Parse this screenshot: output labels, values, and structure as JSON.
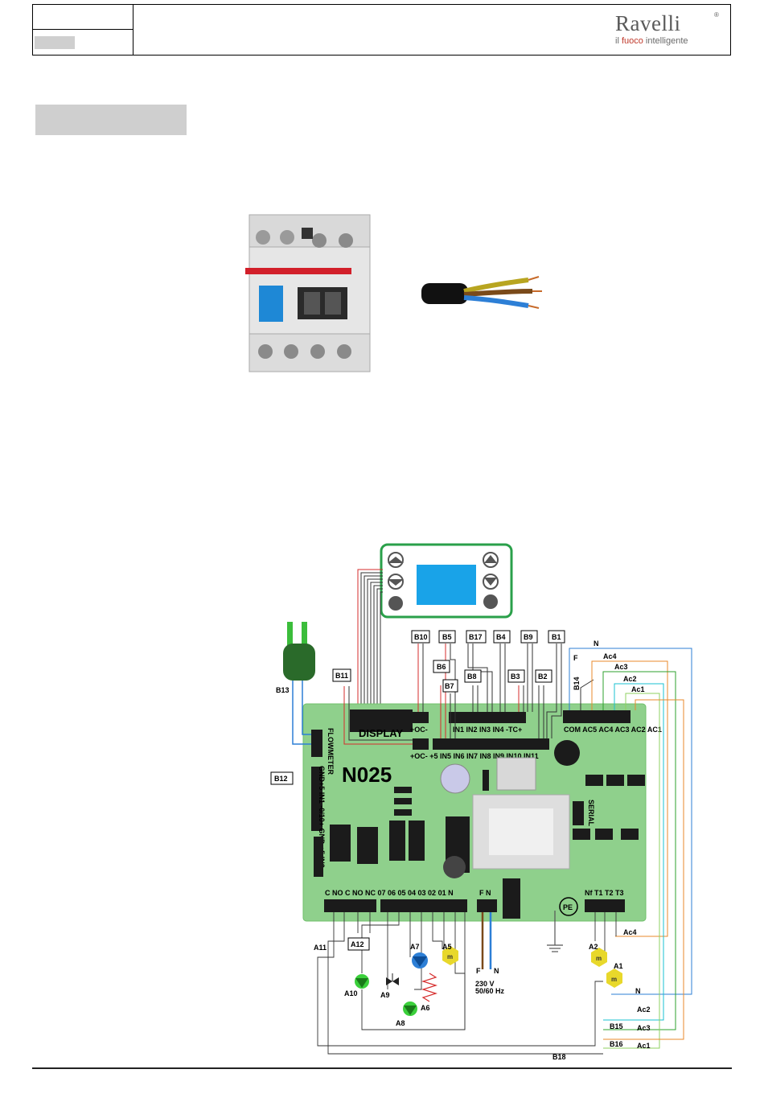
{
  "brand": {
    "name": "Ravelli",
    "reg": "®",
    "tagline_pre": "il ",
    "tagline_red": "fuoco",
    "tagline_post": " intelligente"
  },
  "diagram": {
    "board_name": "N025",
    "display_label": "DISPLAY",
    "flowmeter_label": "FLOWMETER",
    "serial_label": "SERIAL",
    "pe_label": "PE",
    "supply_f": "F",
    "supply_n": "N",
    "supply_voltage": "230 V",
    "supply_freq": "50/60 Hz",
    "top_row1": "+OC-",
    "top_row1_in": "IN1  IN2  IN3  IN4  -TC+",
    "top_row2": "+OC-  +5  IN5 IN6   IN7  IN8     IN9  IN10 IN11",
    "com_row": "COM AC5 AC4 AC3 AC2 AC1",
    "left_side": "GND+5 IN1 -0/10+ GND +5 IN2",
    "bottom_left": "C NO C NO NC  07 06 05 04 03 02 01 N",
    "bottom_fn": "F  N",
    "bottom_right": "Nf T1  T2  T3",
    "box_labels": [
      "B10",
      "B5",
      "B17",
      "B4",
      "B9",
      "B1",
      "B6",
      "B8",
      "B3",
      "B2",
      "B7",
      "B11",
      "B12",
      "A12"
    ],
    "free_labels": [
      "B13",
      "B14",
      "A11",
      "A10",
      "A9",
      "A8",
      "A7",
      "A6",
      "A5",
      "A2",
      "A1",
      "B15",
      "B16",
      "B18"
    ],
    "wire_labels": [
      "N",
      "F",
      "Ac4",
      "Ac3",
      "Ac2",
      "Ac1",
      "Ac4",
      "N",
      "Ac2",
      "Ac3",
      "Ac1"
    ],
    "colors": {
      "board": "#8fd08c",
      "board_dark": "#6fbf6a",
      "connector": "#1b1b1b",
      "display_frame": "#2aa04a",
      "display_screen": "#19a3e8",
      "wire_red": "#d62d2d",
      "wire_blue": "#2d7fd6",
      "wire_orange": "#e8892b",
      "wire_green": "#2da02d",
      "wire_brown": "#7a4a1a"
    }
  }
}
